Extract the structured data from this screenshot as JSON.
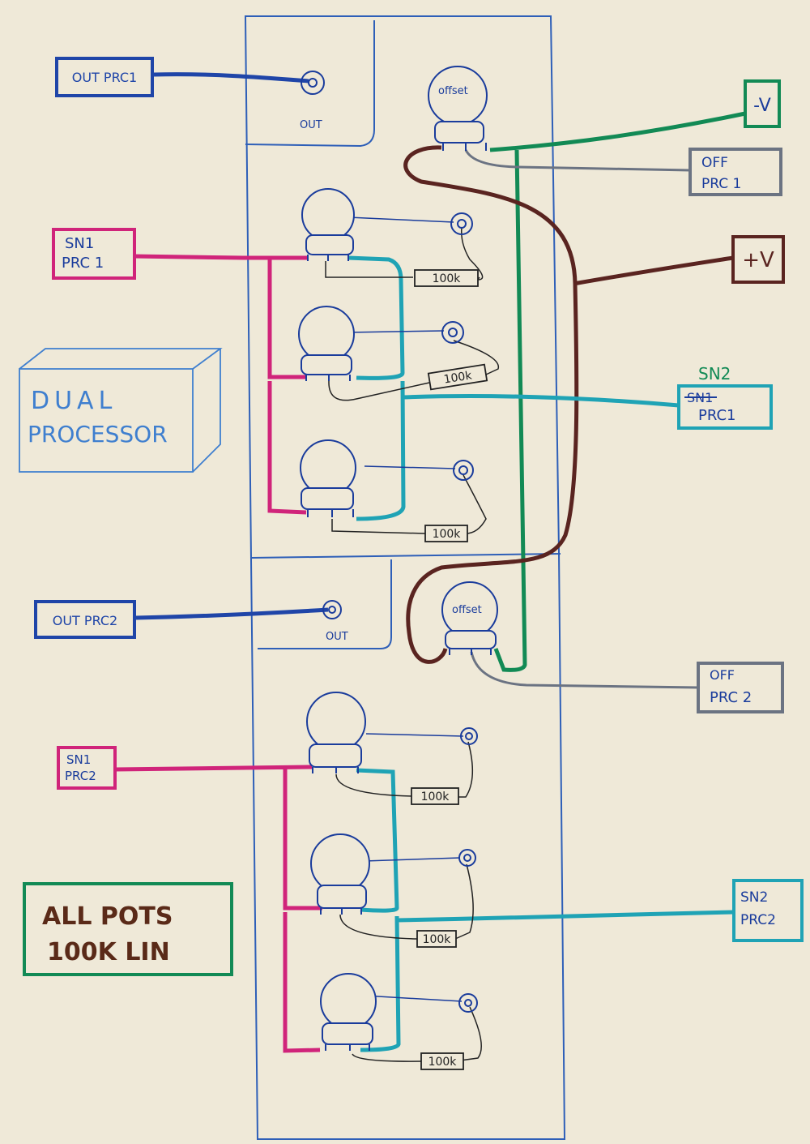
{
  "labels": {
    "out_prc1": "OUT PRC1",
    "sn1_prc1_line1": "SN1",
    "sn1_prc1_line2": "PRC 1",
    "out_prc2": "OUT PRC2",
    "sn1_prc2_line1": "SN1",
    "sn1_prc2_line2": "PRC2",
    "dual_line1": "DUAL",
    "dual_line2": "PROCESSOR",
    "note_line1": "ALL POTS",
    "note_line2": "100K LIN",
    "minus_v": "-V",
    "off_prc1_line1": "OFF",
    "off_prc1_line2": "PRC 1",
    "plus_v": "+V",
    "sn2_prc1_top": "SN2",
    "sn2_prc1_struck": "SN1",
    "sn2_prc1_line2": "PRC1",
    "off_prc2_line1": "OFF",
    "off_prc2_line2": "PRC 2",
    "sn2_prc2_line1": "SN2",
    "sn2_prc2_line2": "PRC2",
    "jack_out": "OUT",
    "pot_offset": "offset",
    "resistor": "100k"
  },
  "colors": {
    "paper": "#efe9d8",
    "panel": "#2e5fb8",
    "out_wire": "#1f45a8",
    "sn1_wire": "#d0247a",
    "sn2_wire": "#1fa3b5",
    "minus_v_wire": "#128a55",
    "plus_v_wire": "#5a2420",
    "off_wire": "#6b7382",
    "resistor_wire": "#222222",
    "note_text": "#5a2a18",
    "note_box": "#128a55"
  }
}
